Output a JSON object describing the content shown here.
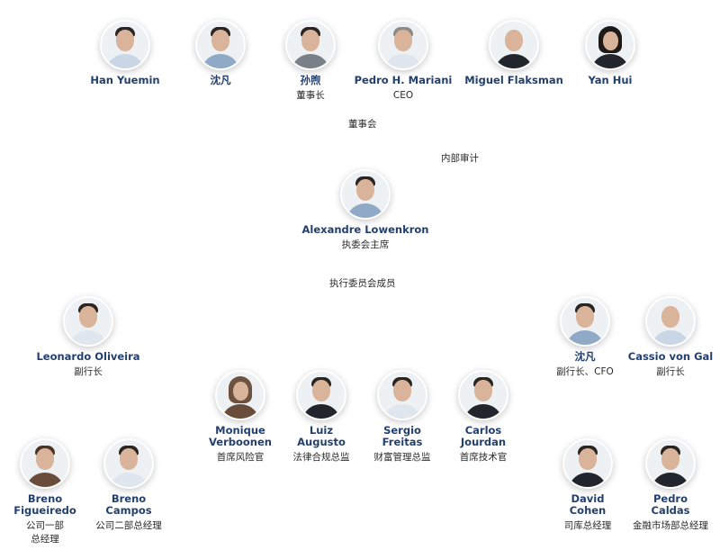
{
  "sections": {
    "board": "董事会",
    "internal_audit": "内部审计",
    "executive_members": "执行委员会成员"
  },
  "board": [
    {
      "name": "Han Yuemin",
      "title": ""
    },
    {
      "name": "沈凡",
      "title": ""
    },
    {
      "name": "孙煦",
      "title": "董事长"
    },
    {
      "name": "Pedro H. Mariani",
      "title": "CEO"
    },
    {
      "name": "Miguel Flaksman",
      "title": ""
    },
    {
      "name": "Yan Hui",
      "title": ""
    }
  ],
  "chair": {
    "name": "Alexandre Lowenkron",
    "title": "执委会主席"
  },
  "executives": {
    "leonardo": {
      "name": "Leonardo Oliveira",
      "title": "副行长"
    },
    "shen": {
      "name": "沈凡",
      "title": "副行长、CFO"
    },
    "cassio": {
      "name": "Cassio von Gal",
      "title": "副行长"
    },
    "monique": {
      "name": "Monique Verboonen",
      "title": "首席风险官"
    },
    "luiz": {
      "name": "Luiz Augusto",
      "title": "法律合规总监"
    },
    "sergio": {
      "name": "Sergio Freitas",
      "title": "财富管理总监"
    },
    "carlos": {
      "name": "Carlos Jourdan",
      "title": "首席技术官"
    },
    "figueiredo": {
      "name": "Breno Figueiredo",
      "title": "公司一部总经理"
    },
    "campos": {
      "name": "Breno Campos",
      "title": "公司二部总经理"
    },
    "david": {
      "name": "David Cohen",
      "title": "司库总经理"
    },
    "pedro": {
      "name": "Pedro Caldas",
      "title": "金融市场部总经理"
    }
  }
}
